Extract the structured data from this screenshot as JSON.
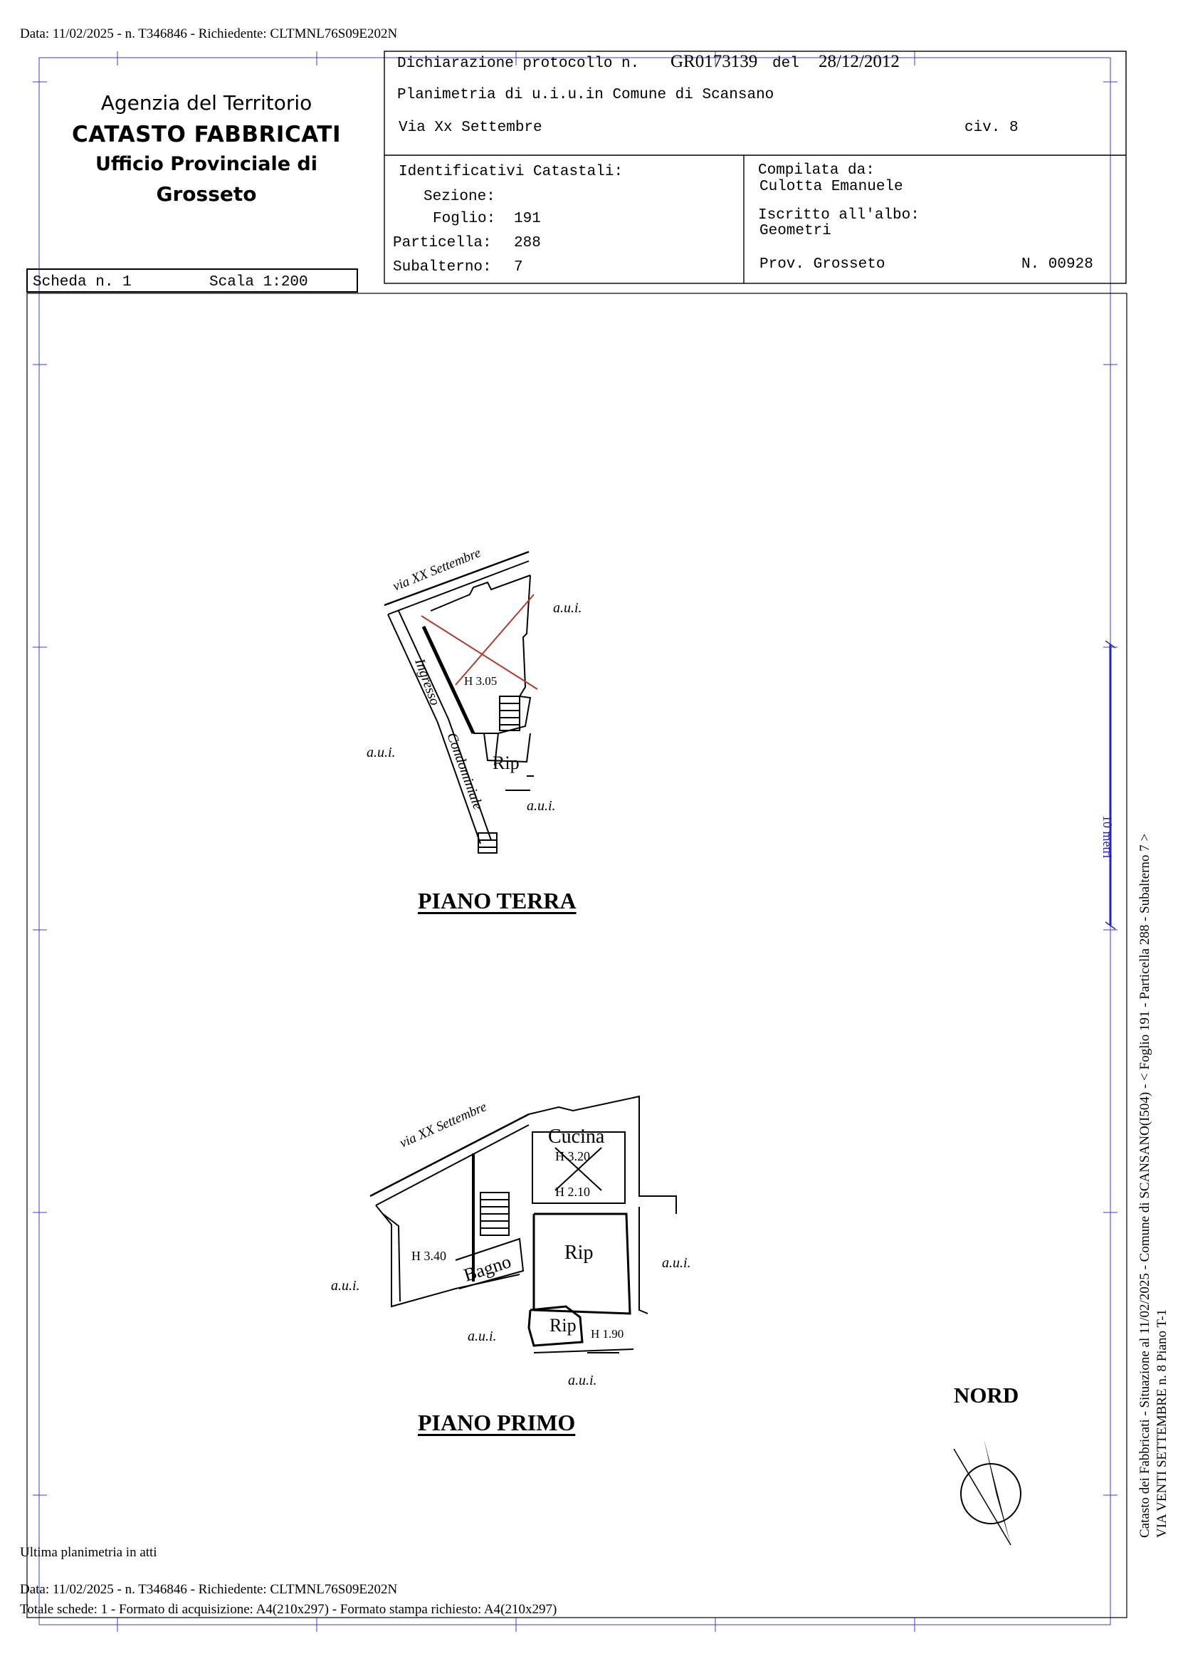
{
  "header": {
    "request_line": "Data: 11/02/2025 - n. T346846 - Richiedente: CLTMNL76S09E202N"
  },
  "agency": {
    "line1": "Agenzia del Territorio",
    "line2": "CATASTO FABBRICATI",
    "line3": "Ufficio Provinciale di",
    "line4": "Grosseto"
  },
  "protocol": {
    "label": "Dichiarazione protocollo n.",
    "number": "GR0173139",
    "del_label": "del",
    "date": "28/12/2012",
    "planimetry_line": "Planimetria di u.i.u.in Comune di Scansano",
    "address": "Via Xx Settembre",
    "civico": "civ. 8"
  },
  "identifiers": {
    "title": "Identificativi Catastali:",
    "sezione_label": "Sezione:",
    "foglio_label": "Foglio:",
    "foglio": "191",
    "particella_label": "Particella:",
    "particella": "288",
    "subalterno_label": "Subalterno:",
    "subalterno": "7"
  },
  "compiler": {
    "label": "Compilata da:",
    "name": "Culotta Emanuele",
    "albo_label": "Iscritto all'albo:",
    "albo": "Geometri",
    "prov": "Prov. Grosseto",
    "number": "N. 00928"
  },
  "scheda": {
    "label": "Scheda n. 1",
    "scale": "Scala 1:200"
  },
  "ground_floor": {
    "title": "PIANO TERRA",
    "street": "via XX Settembre",
    "labels": {
      "aui_top": "a.u.i.",
      "aui_left": "a.u.i.",
      "aui_bottom": "a.u.i.",
      "ingresso": "Ingresso",
      "condominiale": "Condominiale",
      "height": "H 3.05",
      "rip": "Rip"
    }
  },
  "first_floor": {
    "title": "PIANO PRIMO",
    "street": "via XX Settembre",
    "labels": {
      "cucina": "Cucina",
      "h_cucina": "H 3.20",
      "h_210": "H 2.10",
      "h_340": "H 3.40",
      "bagno": "Bagno",
      "rip1": "Rip",
      "rip2": "Rip",
      "h_190": "H 1.90",
      "aui_left": "a.u.i.",
      "aui_right": "a.u.i.",
      "aui_bottom1": "a.u.i.",
      "aui_bottom2": "a.u.i."
    }
  },
  "north": {
    "label": "NORD"
  },
  "scale_bar": {
    "label": "10 metri"
  },
  "side_note": {
    "line1": "Catasto dei Fabbricati - Situazione al 11/02/2025 - Comune di SCANSANO(I504) - < Foglio 191 - Particella 288 - Subalterno 7 >",
    "line2": "VIA VENTI SETTEMBRE n. 8 Piano T-1"
  },
  "footer": {
    "note": "Ultima planimetria in atti",
    "request_line": "Data: 11/02/2025 - n. T346846 - Richiedente: CLTMNL76S09E202N",
    "totals_line": "Totale schede: 1 - Formato di acquisizione: A4(210x297)  - Formato stampa richiesto: A4(210x297)"
  },
  "colors": {
    "frame_blue": "#3b3bd6",
    "cross_red": "#b03a2e",
    "scale_blue": "#2323c8"
  }
}
